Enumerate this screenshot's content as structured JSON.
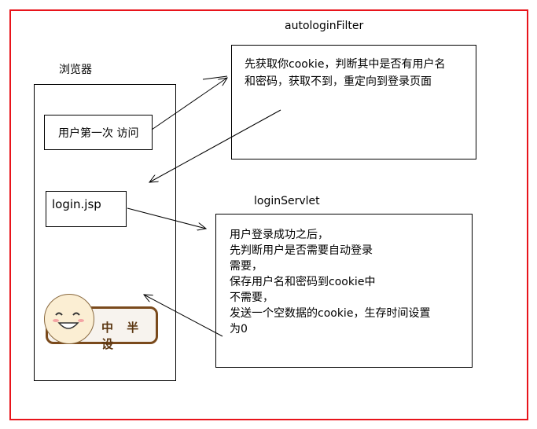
{
  "browser": {
    "title": "浏览器",
    "first_visit": "用户第一次 访问",
    "login_page": "login.jsp"
  },
  "filter": {
    "title": "autologinFilter",
    "lines": [
      "先获取你cookie，判断其中是否有用户名",
      "和密码，获取不到，重定向到登录页面"
    ]
  },
  "servlet": {
    "title": "loginServlet",
    "lines": [
      "用户登录成功之后，",
      "先判断用户是否需要自动登录",
      "需要，",
      "保存用户名和密码到cookie中",
      "不需要，",
      "发送一个空数据的cookie，生存时间设置",
      "为0"
    ]
  },
  "sticker": {
    "text": "中 半 设"
  },
  "colors": {
    "frame": "#e8141b",
    "sticker_border": "#7a4a1c"
  }
}
